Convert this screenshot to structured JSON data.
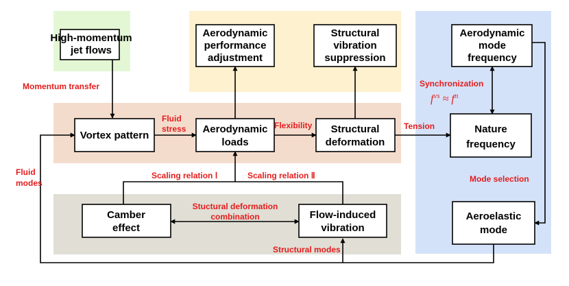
{
  "colors": {
    "green_region": "#e3f7d5",
    "yellow_region": "#fdf1cf",
    "pink_region": "#f4dccd",
    "gray_region": "#e0ded5",
    "blue_region": "#d4e2f9",
    "label_red": "#e31c1c"
  },
  "nodes": {
    "jet_flows": [
      "High-momentum",
      "jet flows"
    ],
    "aero_performance": [
      "Aerodynamic",
      "performance",
      "adjustment"
    ],
    "structural_vibration": [
      "Structural",
      "vibration",
      "suppression"
    ],
    "aero_mode_frequency": [
      "Aerodynamic",
      "mode",
      "frequency"
    ],
    "vortex_pattern": [
      "Vortex pattern"
    ],
    "aero_loads": [
      "Aerodynamic",
      "loads"
    ],
    "structural_deformation": [
      "Structural",
      "deformation"
    ],
    "nature_frequency": [
      "Nature",
      "frequency"
    ],
    "camber_effect": [
      "Camber",
      "effect"
    ],
    "flow_induced_vibration": [
      "Flow-induced",
      "vibration"
    ],
    "aeroelastic_mode": [
      "Aeroelastic",
      "mode"
    ]
  },
  "edge_labels": {
    "momentum_transfer": [
      "Momentum transfer"
    ],
    "fluid_stress": [
      "Fluid",
      "stress"
    ],
    "flexibility": [
      "Flexibility"
    ],
    "tension": [
      "Tension"
    ],
    "synchronization": [
      "Synchronization"
    ],
    "sync_formula": "f^{vs} ≈ f^{n}",
    "fluid_modes": [
      "Fluid",
      "modes"
    ],
    "scaling_1": [
      "Scaling relation Ⅰ"
    ],
    "scaling_2": [
      "Scaling relation Ⅱ"
    ],
    "deformation_combination": [
      "Stuctural deformation",
      "combination"
    ],
    "mode_selection": [
      "Mode selection"
    ],
    "structural_modes": [
      "Structural modes"
    ]
  }
}
